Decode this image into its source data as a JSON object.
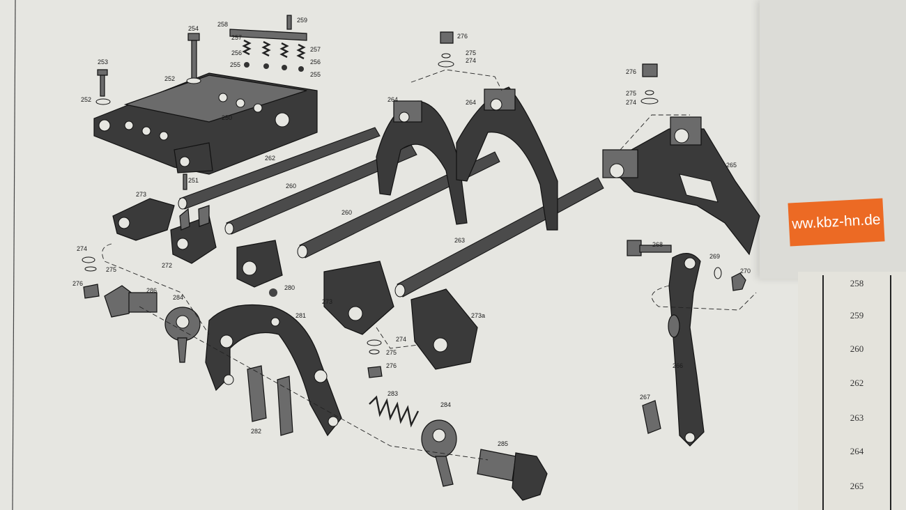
{
  "brand_tag": "ww.kbz-hn.de",
  "labels": {
    "l250": "250",
    "l251": "251",
    "l252a": "252",
    "l252b": "252",
    "l253": "253",
    "l254": "254",
    "l255a": "255",
    "l255b": "255",
    "l256a": "256",
    "l256b": "256",
    "l257a": "257",
    "l257b": "257",
    "l258": "258",
    "l259": "259",
    "l260a": "260",
    "l260b": "260",
    "l262": "262",
    "l263": "263",
    "l264a": "264",
    "l264b": "264",
    "l265": "265",
    "l266": "266",
    "l267": "267",
    "l268": "268",
    "l269": "269",
    "l270": "270",
    "l272": "272",
    "l273a": "273",
    "l273b": "273",
    "l273c": "273a",
    "l274a": "274",
    "l274b": "274",
    "l274c": "274",
    "l274d": "274",
    "l275a": "275",
    "l275b": "275",
    "l275c": "275",
    "l275d": "275",
    "l276a": "276",
    "l276b": "276",
    "l276c": "276",
    "l276d": "276",
    "l280": "280",
    "l281": "281",
    "l282": "282",
    "l283": "283",
    "l284a": "284",
    "l284b": "284",
    "l285": "285",
    "l286": "286"
  },
  "index_numbers": [
    "258",
    "259",
    "260",
    "262",
    "263",
    "264",
    "265"
  ]
}
